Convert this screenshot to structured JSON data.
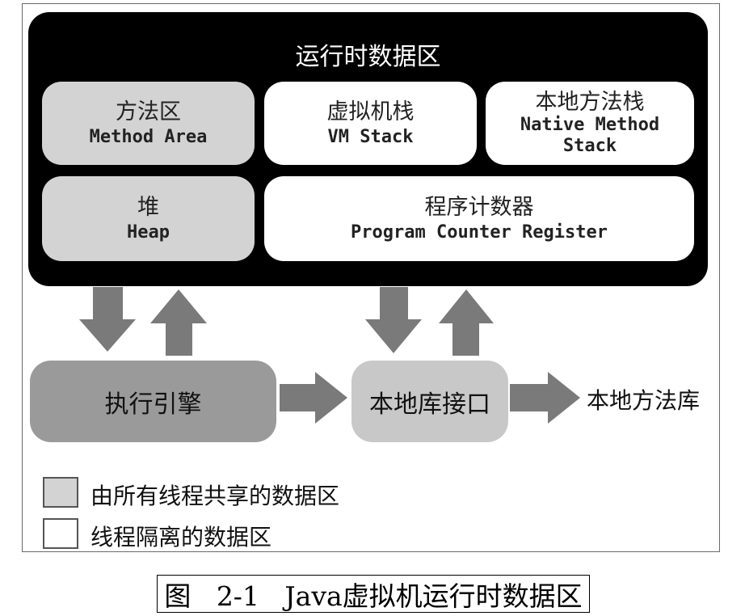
{
  "runtime": {
    "title": "运行时数据区",
    "method_area": {
      "cn": "方法区",
      "en": "Method Area"
    },
    "vm_stack": {
      "cn": "虚拟机栈",
      "en": "VM Stack"
    },
    "native_stack": {
      "cn": "本地方法栈",
      "en1": "Native Method",
      "en2": "Stack"
    },
    "heap": {
      "cn": "堆",
      "en": "Heap"
    },
    "pc_register": {
      "cn": "程序计数器",
      "en": "Program Counter Register"
    }
  },
  "execution_engine": "执行引擎",
  "native_interface": "本地库接口",
  "native_library": "本地方法库",
  "legend": {
    "shared": "由所有线程共享的数据区",
    "private": "线程隔离的数据区"
  },
  "caption": "图   2-1   Java虚拟机运行时数据区",
  "colors": {
    "runtime_bg": "#000000",
    "shared_fill": "#d3d3d3",
    "private_fill": "#ffffff",
    "engine_fill": "#9a9a9a",
    "interface_fill": "#c8c8c8",
    "arrow_fill": "#7a7a7a"
  }
}
